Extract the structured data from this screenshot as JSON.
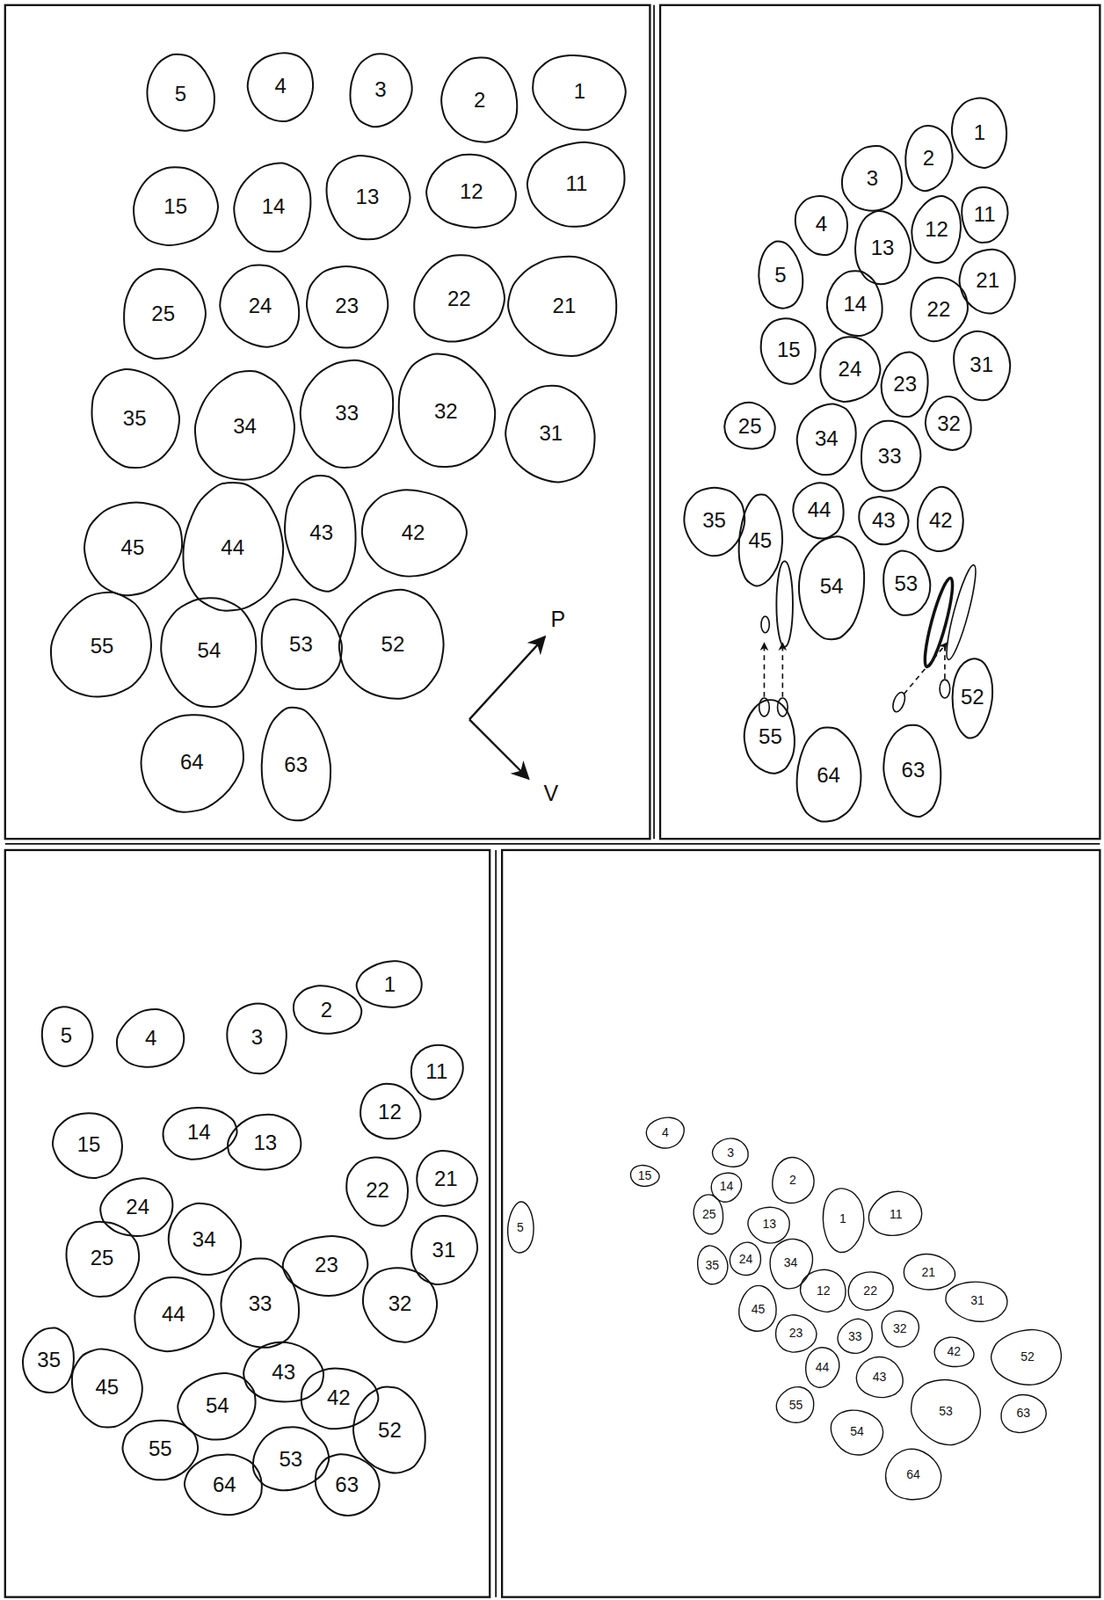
{
  "diagram": {
    "nodes": [
      {
        "text": [
          "5"
        ]
      },
      {
        "text": [
          "4"
        ]
      },
      {
        "text": [
          "3"
        ]
      },
      {
        "text": [
          "2"
        ]
      },
      {
        "text": [
          "1"
        ]
      },
      {
        "text": [
          "15"
        ]
      },
      {
        "text": [
          "14"
        ]
      },
      {
        "text": [
          "13"
        ]
      },
      {
        "text": [
          "12"
        ]
      },
      {
        "text": [
          "11"
        ]
      },
      {
        "text": [
          "25"
        ]
      },
      {
        "text": [
          "24"
        ]
      },
      {
        "text": [
          "23"
        ]
      },
      {
        "text": [
          "22"
        ]
      },
      {
        "text": [
          "21"
        ]
      },
      {
        "text": [
          "35"
        ]
      },
      {
        "text": [
          "34"
        ]
      },
      {
        "text": [
          "33"
        ]
      },
      {
        "text": [
          "32"
        ]
      },
      {
        "text": [
          "31"
        ]
      },
      {
        "text": [
          "45"
        ]
      },
      {
        "text": [
          "44"
        ]
      },
      {
        "text": [
          "43"
        ]
      },
      {
        "text": [
          "42"
        ]
      },
      {
        "text": [
          "55"
        ]
      },
      {
        "text": [
          "54"
        ]
      },
      {
        "text": [
          "53"
        ]
      },
      {
        "text": [
          "52"
        ]
      },
      {
        "text": [
          "64"
        ]
      },
      {
        "text": [
          "63"
        ]
      },
      {
        "text": [
          "1"
        ]
      },
      {
        "text": [
          "2"
        ]
      },
      {
        "text": [
          "3"
        ]
      },
      {
        "text": [
          "4"
        ]
      },
      {
        "text": [
          "13"
        ]
      },
      {
        "text": [
          "12"
        ]
      },
      {
        "text": [
          "11"
        ]
      },
      {
        "text": [
          "5"
        ]
      },
      {
        "text": [
          "21"
        ]
      },
      {
        "text": [
          "22"
        ]
      },
      {
        "text": [
          "14"
        ]
      },
      {
        "text": [
          "15"
        ]
      },
      {
        "text": [
          "24"
        ]
      },
      {
        "text": [
          "23"
        ]
      },
      {
        "text": [
          "31"
        ]
      },
      {
        "text": [
          "25"
        ]
      },
      {
        "text": [
          "34"
        ]
      },
      {
        "text": [
          "33"
        ]
      },
      {
        "text": [
          "32"
        ]
      },
      {
        "text": [
          "35"
        ]
      },
      {
        "text": [
          "45"
        ]
      },
      {
        "text": [
          "44"
        ]
      },
      {
        "text": [
          "43"
        ]
      },
      {
        "text": [
          "42"
        ]
      },
      {
        "text": [
          "54"
        ]
      },
      {
        "text": [
          "53"
        ]
      },
      {
        "text": [
          "55"
        ]
      },
      {
        "text": [
          "52"
        ]
      },
      {
        "text": [
          "64"
        ]
      },
      {
        "text": [
          "63"
        ]
      },
      {
        "text": [
          "5"
        ]
      },
      {
        "text": [
          "4"
        ]
      },
      {
        "text": [
          "3"
        ]
      },
      {
        "text": [
          "2"
        ]
      },
      {
        "text": [
          "1"
        ]
      },
      {
        "text": [
          "11"
        ]
      },
      {
        "text": [
          "12"
        ]
      },
      {
        "text": [
          "15"
        ]
      },
      {
        "text": [
          "14"
        ]
      },
      {
        "text": [
          "13"
        ]
      },
      {
        "text": [
          "22"
        ]
      },
      {
        "text": [
          "21"
        ]
      },
      {
        "text": [
          "24"
        ]
      },
      {
        "text": [
          "25"
        ]
      },
      {
        "text": [
          "34"
        ]
      },
      {
        "text": [
          "23"
        ]
      },
      {
        "text": [
          "31"
        ]
      },
      {
        "text": [
          "33"
        ]
      },
      {
        "text": [
          "32"
        ]
      },
      {
        "text": [
          "44"
        ]
      },
      {
        "text": [
          "35"
        ]
      },
      {
        "text": [
          "45"
        ]
      },
      {
        "text": [
          "43"
        ]
      },
      {
        "text": [
          "54"
        ]
      },
      {
        "text": [
          "42"
        ]
      },
      {
        "text": [
          "52"
        ]
      },
      {
        "text": [
          "55"
        ]
      },
      {
        "text": [
          "53"
        ]
      },
      {
        "text": [
          "64"
        ]
      },
      {
        "text": [
          "63"
        ]
      },
      {
        "text": [
          "5"
        ]
      },
      {
        "text": [
          "4"
        ]
      },
      {
        "text": [
          "15"
        ]
      },
      {
        "text": [
          "3"
        ]
      },
      {
        "text": [
          "14"
        ]
      },
      {
        "text": [
          "2"
        ]
      },
      {
        "text": [
          "25"
        ]
      },
      {
        "text": [
          "1"
        ]
      },
      {
        "text": [
          "11"
        ]
      },
      {
        "text": [
          "13"
        ]
      },
      {
        "text": [
          "35"
        ]
      },
      {
        "text": [
          "24"
        ]
      },
      {
        "text": [
          "34"
        ]
      },
      {
        "text": [
          "21"
        ]
      },
      {
        "text": [
          "12"
        ]
      },
      {
        "text": [
          "22"
        ]
      },
      {
        "text": [
          "45"
        ]
      },
      {
        "text": [
          "31"
        ]
      },
      {
        "text": [
          "23"
        ]
      },
      {
        "text": [
          "33"
        ]
      },
      {
        "text": [
          "32"
        ]
      },
      {
        "text": [
          "42"
        ]
      },
      {
        "text": [
          "52"
        ]
      },
      {
        "text": [
          "44"
        ]
      },
      {
        "text": [
          "43"
        ]
      },
      {
        "text": [
          "53"
        ]
      },
      {
        "text": [
          "63"
        ]
      },
      {
        "text": [
          "55"
        ]
      },
      {
        "text": [
          "54"
        ]
      },
      {
        "text": [
          "64"
        ]
      }
    ],
    "edges": [],
    "labels": [
      "P",
      "V"
    ]
  }
}
